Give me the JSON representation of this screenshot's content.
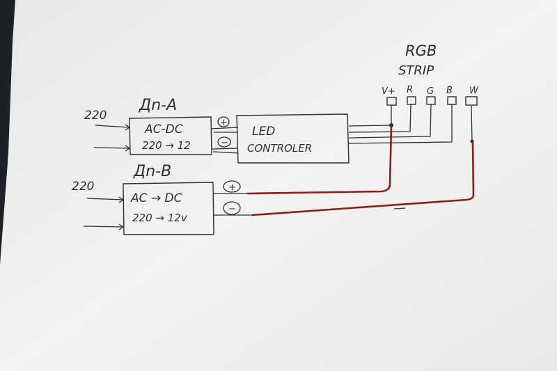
{
  "strip": {
    "line1": "RGB",
    "line2": "STRIP"
  },
  "psu_a": {
    "title": "Дn-A",
    "line1": "AC-DC",
    "line2": "220 → 12"
  },
  "psu_b": {
    "title": "Дn-B",
    "line1": "AC → DC",
    "line2": "220 → 12v"
  },
  "controller": {
    "line1": "LED",
    "line2": "CONTROLER"
  },
  "inputs": {
    "a": "220",
    "b": "220"
  },
  "terminals": {
    "plus": "+",
    "minus": "−"
  },
  "strip_pins": [
    "V+",
    "R",
    "G",
    "B",
    "W"
  ],
  "colors": {
    "paper": "#f2f2f0",
    "ink": "#2b2e33",
    "wire_red": "#8b1e1c",
    "background": "#1e2226"
  }
}
